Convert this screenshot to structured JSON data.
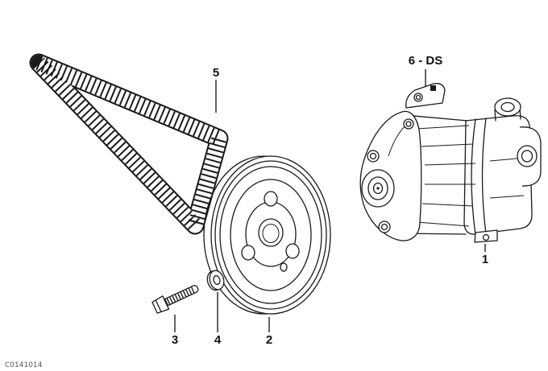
{
  "diagram": {
    "background": "#ffffff",
    "line_color": "#1a1a1a",
    "code": "C0141014",
    "callouts": {
      "belt": "5",
      "pump_variant": "6 - DS",
      "pump": "1",
      "pulley": "2",
      "bolt": "3",
      "washer": "4"
    }
  }
}
